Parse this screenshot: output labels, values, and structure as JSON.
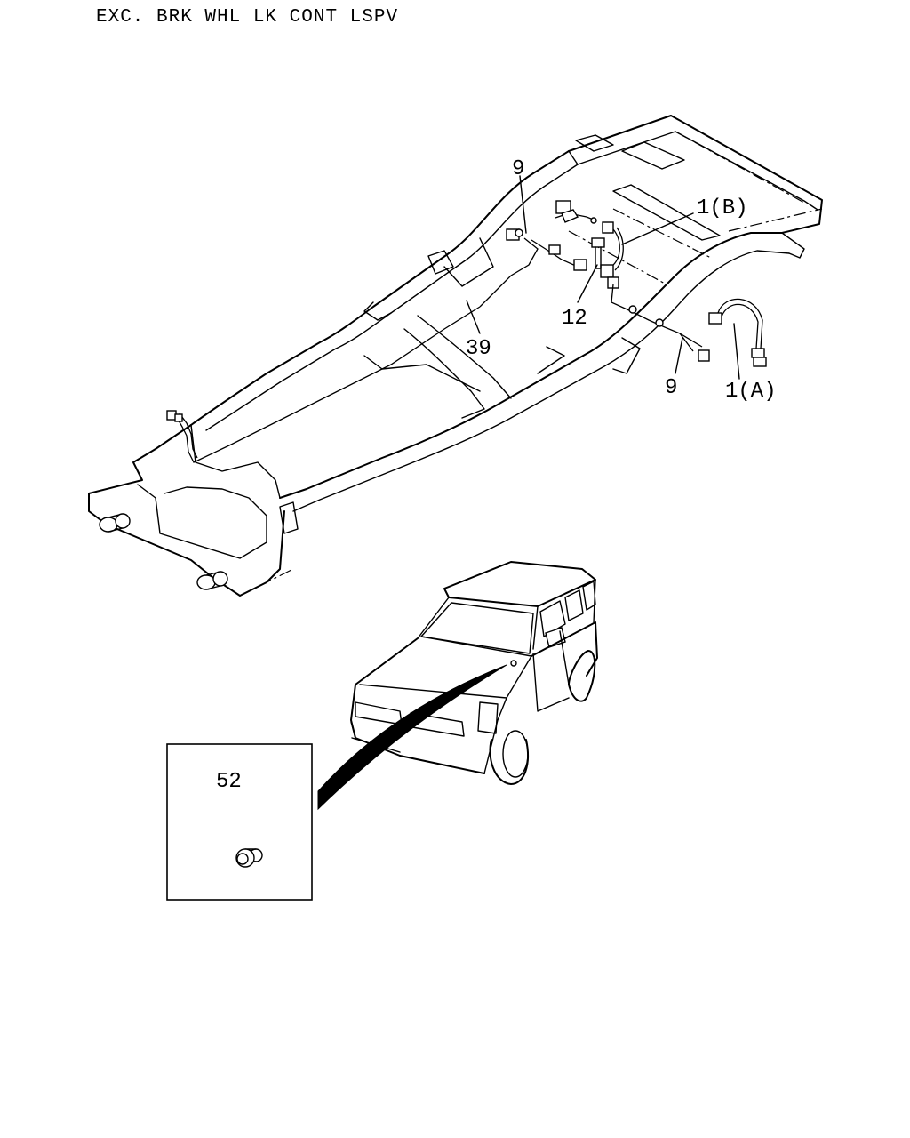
{
  "title": "EXC. BRK WHL LK CONT LSPV",
  "callouts": [
    {
      "id": "9-upper",
      "text": "9"
    },
    {
      "id": "1b",
      "text": "1(B)"
    },
    {
      "id": "12",
      "text": "12"
    },
    {
      "id": "39",
      "text": "39"
    },
    {
      "id": "9-lower",
      "text": "9"
    },
    {
      "id": "1a",
      "text": "1(A)"
    },
    {
      "id": "52",
      "text": "52"
    }
  ]
}
